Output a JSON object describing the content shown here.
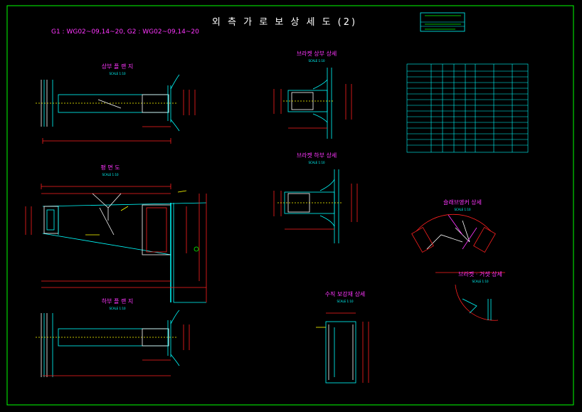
{
  "title": "외 측 가 로 보 상 세 도 (2)",
  "girders": "G1 : WG02~09,14~20, G2 : WG02~09,14~20",
  "views": {
    "top_flange_plan": "상부 플 랜 지",
    "plan": "평 면 도",
    "bottom_flange_plan": "하부 플 랜 지",
    "bracket_top_detail": "브라켓 상부 상세",
    "bracket_bottom_detail": "브라켓 하부 상세",
    "vertical_stiffener_detail": "수직 보강재 상세",
    "slab_bracket_detail": "슬래브앵커 상세",
    "bracket_detail_overlap": "브라켓 · 거셋 상세"
  },
  "scale_label": "SCALE 1:10",
  "colors": {
    "frame": "#00ff00",
    "girder": "#00ffff",
    "dimension": "#ff2020",
    "title": "#ff36ff",
    "text": "#ffffff",
    "annotation": "#ffff00"
  },
  "table": {
    "rows": 14,
    "columns": 8
  }
}
